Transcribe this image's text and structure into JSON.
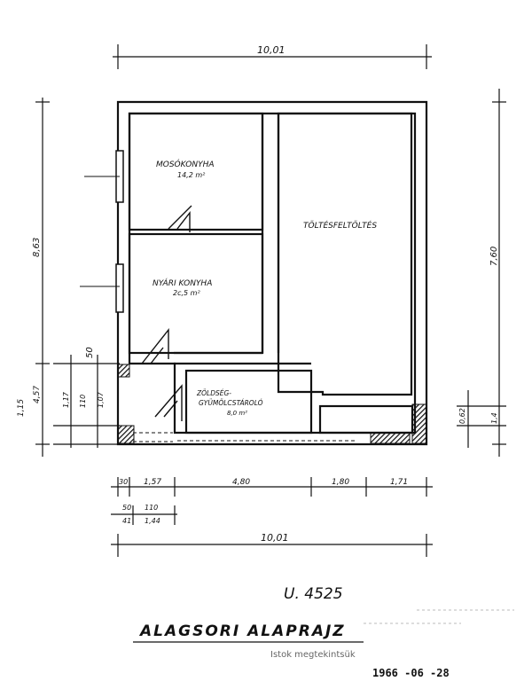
{
  "rooms": {
    "mosokonyha": {
      "name": "MOSÓKONYHA",
      "area": "14,2 m²"
    },
    "nyari_konyha": {
      "name": "NYÁRI KONYHA",
      "area": "2c,5 m²"
    },
    "toltes": {
      "name": "TÖLTÉSFELTÖLTÉS"
    },
    "zoldseg_line1": "ZÖLDSÉG-",
    "zoldseg_line2": "GYÜMÖLCSTÁROLÓ",
    "zoldseg_area": "8,0 m²"
  },
  "dimensions": {
    "top_total": "10,01",
    "bottom_total": "10,01",
    "left_outer": "8,63",
    "left_a": "1,15",
    "left_b": "4,57",
    "left_50": "50",
    "left_c": "1,17",
    "left_110": "110",
    "left_d": "1,07",
    "right_total": "7,60",
    "right_a": "0,62",
    "right_b": "1,4",
    "bottom_seg1": "30",
    "bottom_seg2": "1,57",
    "bottom_seg3": "4,80",
    "bottom_seg4": "1,80",
    "bottom_seg5": "1,71",
    "bottom_sub1": "50",
    "bottom_sub2": "110",
    "bottom_sub3": "41",
    "bottom_sub4": "1,44"
  },
  "footer": {
    "code": "U. 4525",
    "title": "ALAGSORI ALAPRAJZ",
    "subtitle": "Istok megtekintsük",
    "date": "1966 -06 -28"
  }
}
